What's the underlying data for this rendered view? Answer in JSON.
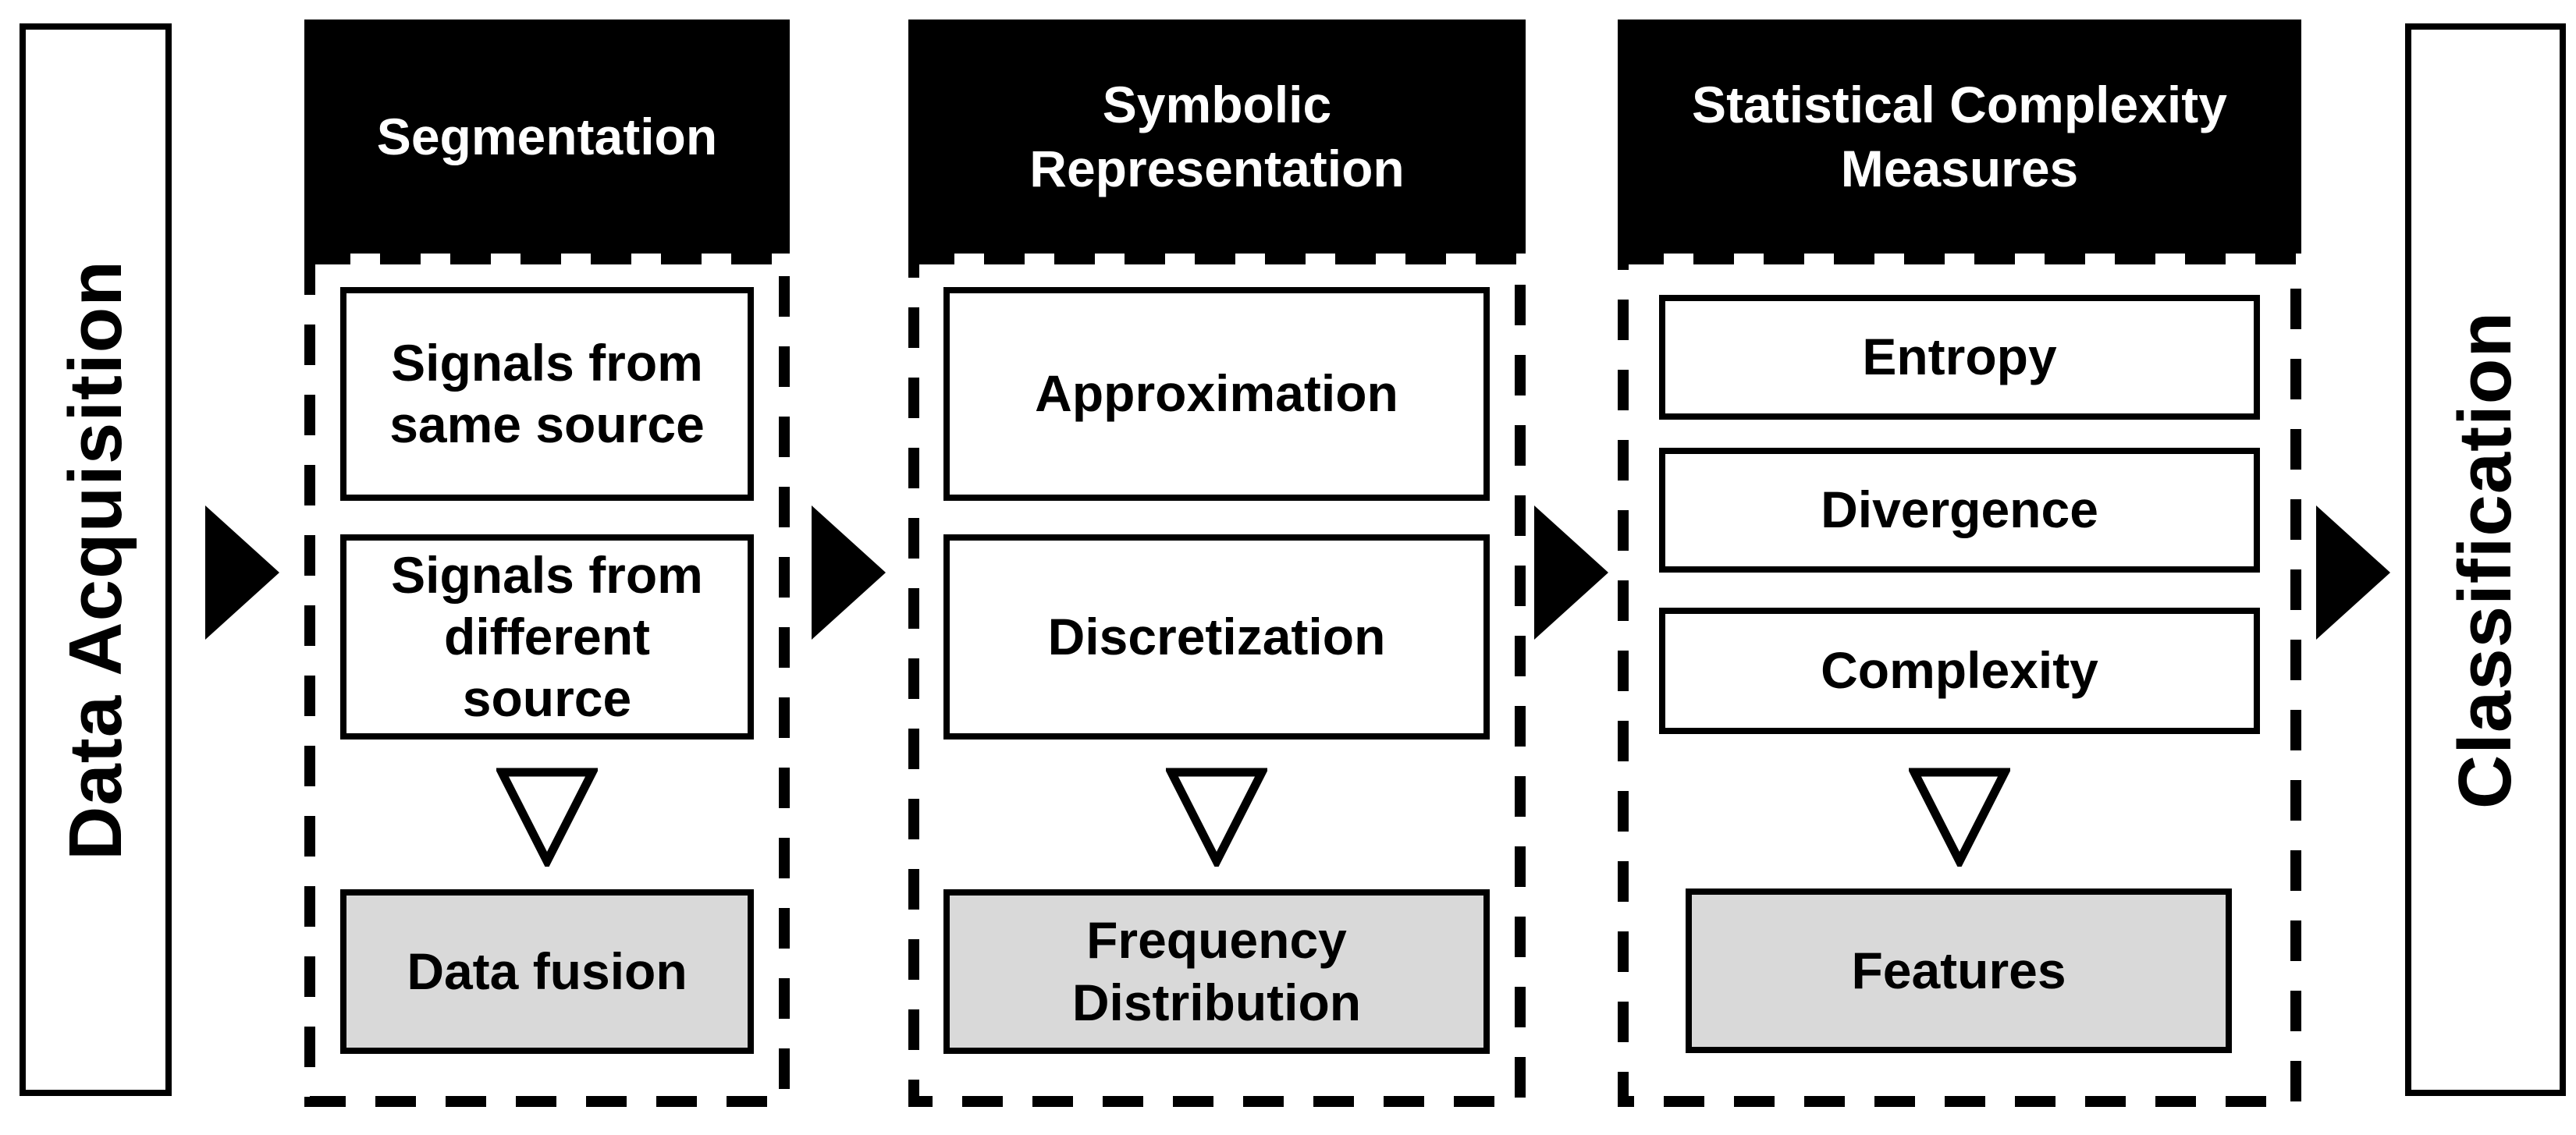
{
  "figure": {
    "input_stage": {
      "label": "Data Acquisition"
    },
    "output_stage": {
      "label": "Classification"
    },
    "pipeline": [
      {
        "header": "Segmentation",
        "steps": [
          "Signals from\nsame source",
          "Signals from\ndifferent\nsource"
        ],
        "result": "Data fusion"
      },
      {
        "header": "Symbolic\nRepresentation",
        "steps": [
          "Approximation",
          "Discretization"
        ],
        "result": "Frequency\nDistribution"
      },
      {
        "header": "Statistical Complexity\nMeasures",
        "steps": [
          "Entropy",
          "Divergence",
          "Complexity"
        ],
        "result": "Features"
      }
    ],
    "icons": {
      "flow_arrow": "right-filled-triangle",
      "funnel": "down-hollow-triangle"
    },
    "colors": {
      "ink": "#000000",
      "paper": "#ffffff",
      "header_bg": "#000000",
      "header_text": "#ffffff",
      "result_bg": "#d9d9d9"
    }
  }
}
